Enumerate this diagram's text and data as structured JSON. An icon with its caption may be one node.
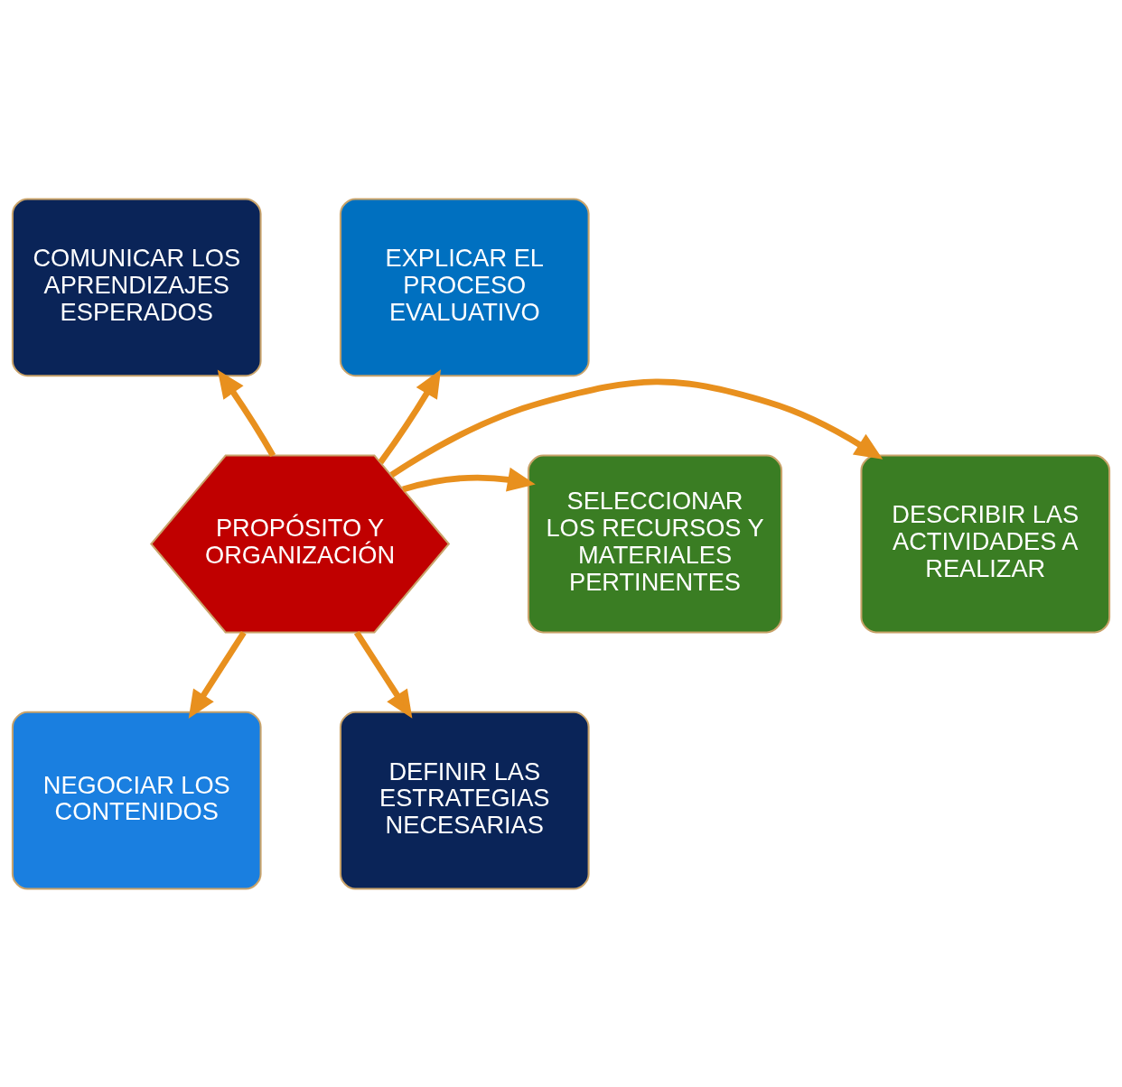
{
  "diagram": {
    "nodes": [
      {
        "text": [
          "COMUNICAR LOS APRENDIZAJES ESPERADOS"
        ]
      },
      {
        "text": [
          "EXPLICAR EL PROCESO EVALUATIVO"
        ]
      },
      {
        "text": [
          "DESCRIBIR LAS ACTIVIDADES A REALIZAR"
        ]
      },
      {
        "text": [
          "PROPÓSITO Y ORGANIZACIÓN"
        ]
      },
      {
        "text": [
          "SELECCIONAR LOS RECURSOS Y MATERIALES PERTINENTES"
        ]
      },
      {
        "text": [
          "NEGOCIAR LOS CONTENIDOS"
        ]
      },
      {
        "text": [
          "DEFINIR LAS ESTRATEGIAS NECESARIAS"
        ]
      }
    ],
    "edges": [
      {
        "from": 3,
        "to": 0,
        "arrow": "to"
      },
      {
        "from": 3,
        "to": 1,
        "arrow": "to"
      },
      {
        "from": 3,
        "to": 2,
        "arrow": "to"
      },
      {
        "from": 3,
        "to": 4,
        "arrow": "to"
      },
      {
        "from": 3,
        "to": 5,
        "arrow": "to"
      },
      {
        "from": 3,
        "to": 6,
        "arrow": "to"
      }
    ]
  }
}
